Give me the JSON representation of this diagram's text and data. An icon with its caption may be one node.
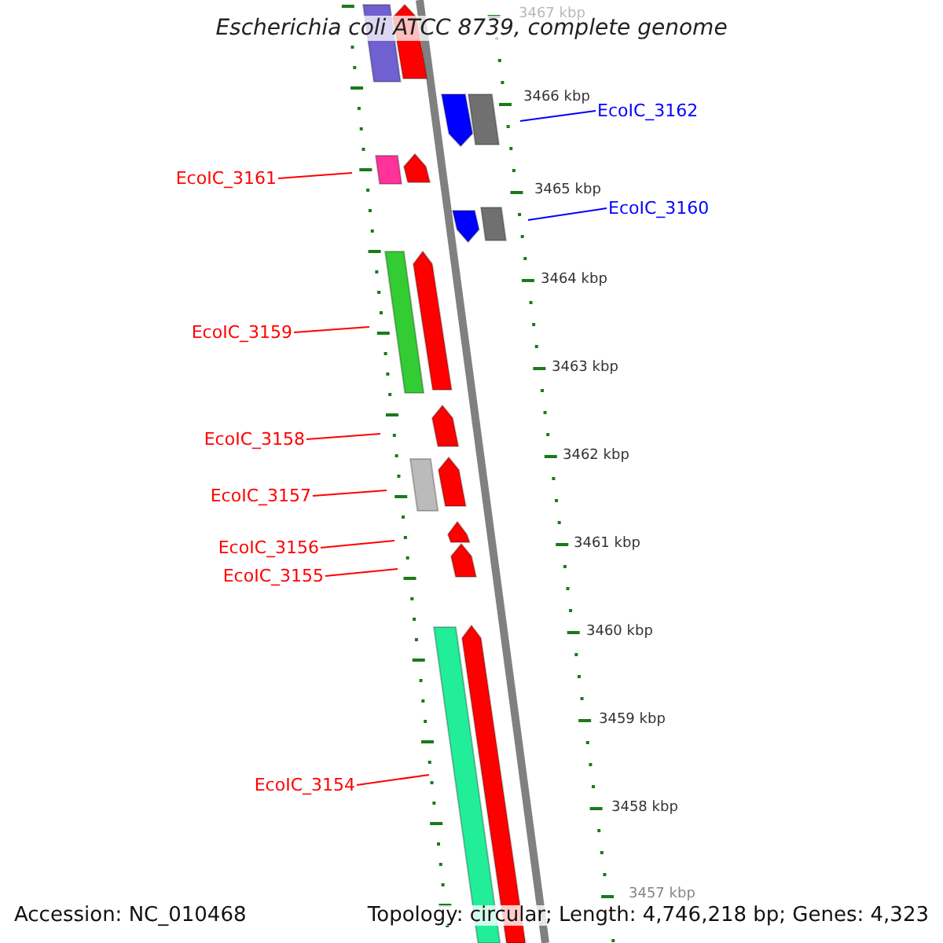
{
  "diagram": {
    "title": "Escherichia coli ATCC 8739, complete genome",
    "nodes": [
      {
        "text": [
          "EcoIC_3162"
        ]
      },
      {
        "text": [
          "EcoIC_3160"
        ]
      },
      {
        "text": [
          "EcoIC_3161"
        ]
      },
      {
        "text": [
          "EcoIC_3159"
        ]
      },
      {
        "text": [
          "EcoIC_3158"
        ]
      },
      {
        "text": [
          "EcoIC_3157"
        ]
      },
      {
        "text": [
          "EcoIC_3156"
        ]
      },
      {
        "text": [
          "EcoIC_3155"
        ]
      },
      {
        "text": [
          "EcoIC_3154"
        ]
      }
    ],
    "edges": [
      {
        "from": 0,
        "to": null,
        "arrow": "none",
        "color": "#0000ff"
      },
      {
        "from": 1,
        "to": null,
        "arrow": "none",
        "color": "#0000ff"
      },
      {
        "from": 2,
        "to": null,
        "arrow": "none"
      },
      {
        "from": 3,
        "to": null,
        "arrow": "none"
      },
      {
        "from": 4,
        "to": null,
        "arrow": "none"
      },
      {
        "from": 5,
        "to": null,
        "arrow": "none"
      },
      {
        "from": 6,
        "to": null,
        "arrow": "none"
      },
      {
        "from": 7,
        "to": null,
        "arrow": "none"
      },
      {
        "from": 8,
        "to": null,
        "arrow": "none"
      }
    ],
    "labels": [
      "3467 kbp",
      "3466 kbp",
      "3465 kbp",
      "3464 kbp",
      "3463 kbp",
      "3462 kbp",
      "3461 kbp",
      "3460 kbp",
      "3459 kbp",
      "3458 kbp",
      "3457 kbp",
      "Accession: NC_010468",
      "Topology: circular; Length: 4,746,218 bp; Genes: 4,323"
    ]
  }
}
